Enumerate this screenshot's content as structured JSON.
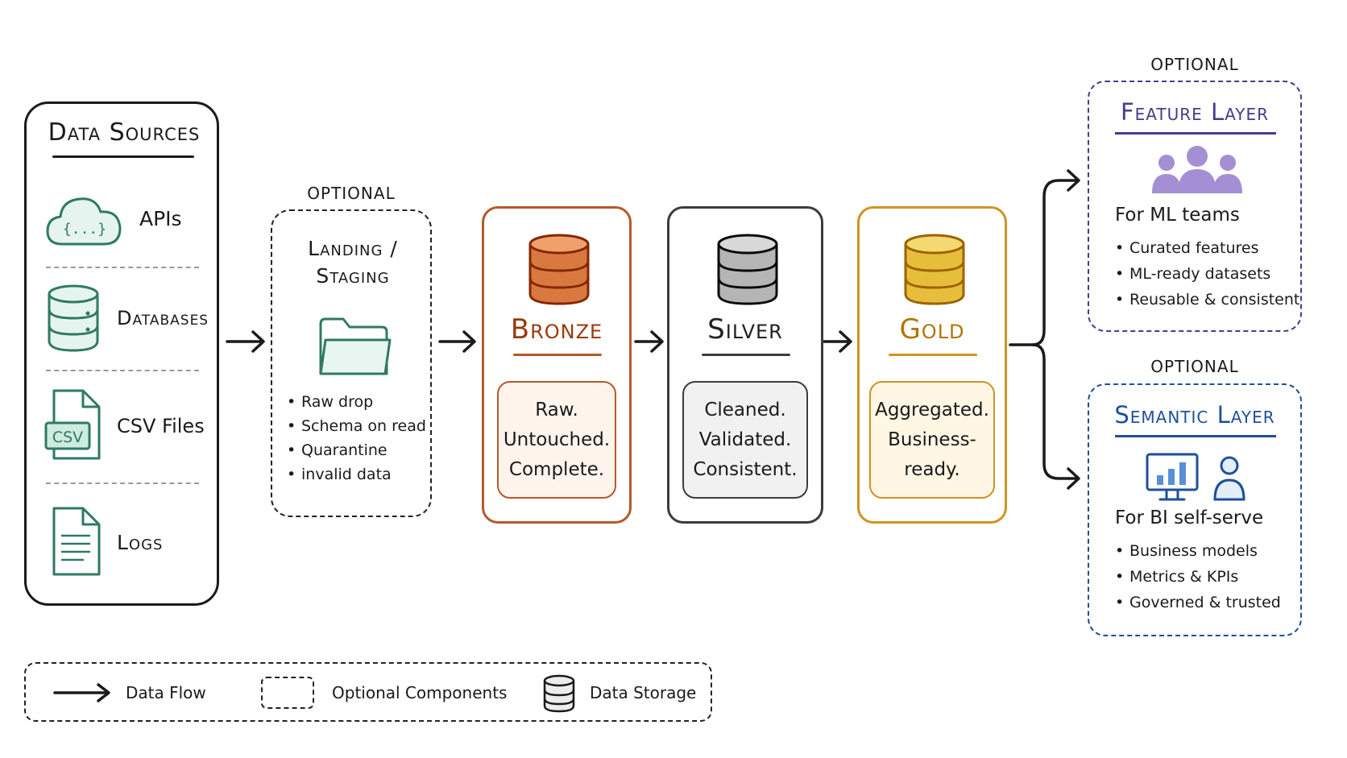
{
  "sources": {
    "title": "Data Sources",
    "items": [
      {
        "label": "APIs",
        "icon": "cloud-api-icon",
        "icon_text": "{...}"
      },
      {
        "label": "Databases",
        "icon": "database-icon"
      },
      {
        "label": "CSV Files",
        "icon": "csv-file-icon",
        "icon_text": "CSV"
      },
      {
        "label": "Logs",
        "icon": "log-file-icon"
      }
    ]
  },
  "landing": {
    "optional_label": "OPTIONAL",
    "title_line1": "Landing /",
    "title_line2": "Staging",
    "bullets": [
      "Raw drop",
      "Schema on read",
      "Quarantine",
      "invalid data"
    ]
  },
  "layers": [
    {
      "name": "Bronze",
      "desc": [
        "Raw.",
        "Untouched.",
        "Complete."
      ],
      "color": "#b5592a",
      "fill": "#fff4ec"
    },
    {
      "name": "Silver",
      "desc": [
        "Cleaned.",
        "Validated.",
        "Consistent."
      ],
      "color": "#3c3c3c",
      "fill": "#f1f1f1"
    },
    {
      "name": "Gold",
      "desc": [
        "Aggregated.",
        "Business-ready."
      ],
      "color": "#cf9420",
      "fill": "#fff6e3"
    }
  ],
  "feature": {
    "optional_label": "OPTIONAL",
    "title": "Feature Layer",
    "subtitle": "For ML teams",
    "bullets": [
      "Curated features",
      "ML-ready datasets",
      "Reusable & consistent"
    ],
    "color": "#4a3a8c",
    "icon_color": "#a48fd4"
  },
  "semantic": {
    "optional_label": "OPTIONAL",
    "title": "Semantic Layer",
    "subtitle": "For BI self-serve",
    "bullets": [
      "Business models",
      "Metrics & KPIs",
      "Governed & trusted"
    ],
    "color": "#1e4f9a",
    "icon_color": "#5a8fd6"
  },
  "legend": {
    "flow": "Data Flow",
    "optional": "Optional Components",
    "storage": "Data Storage"
  }
}
